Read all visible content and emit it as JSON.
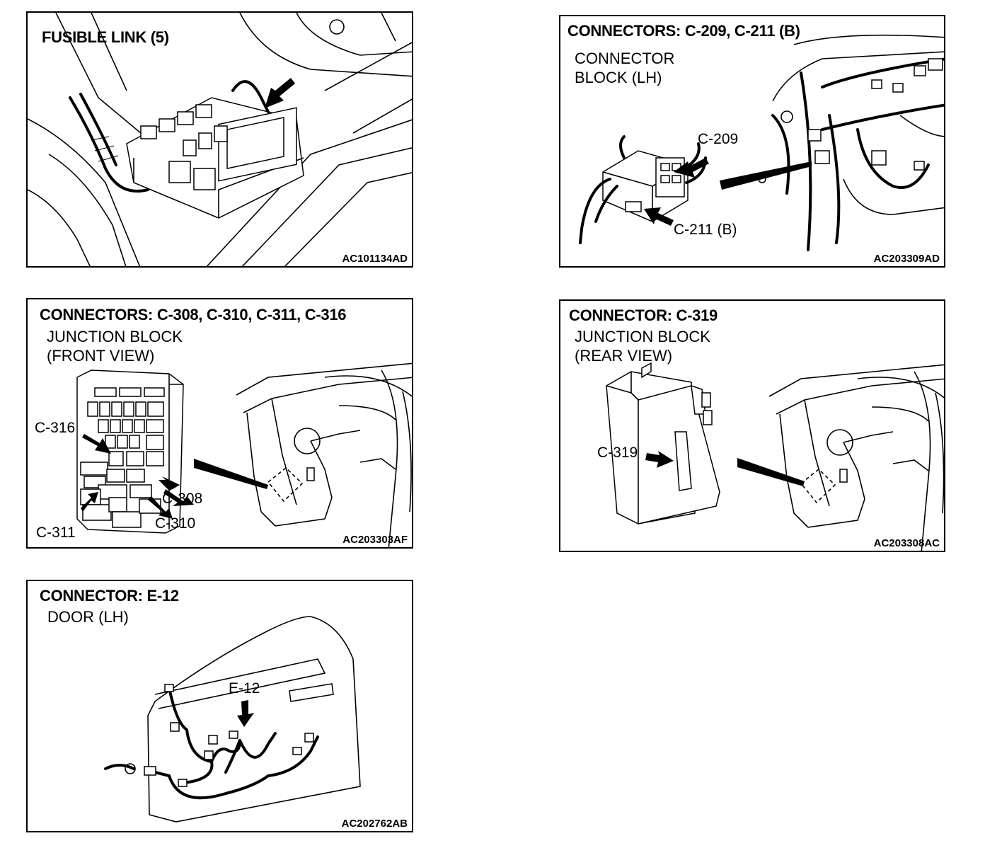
{
  "panels": [
    {
      "title": "FUSIBLE LINK (5)",
      "subtitle": [],
      "labels": [],
      "code": "AC101134AD"
    },
    {
      "title": "CONNECTORS: C-209, C-211 (B)",
      "subtitle": [
        "CONNECTOR",
        "BLOCK (LH)"
      ],
      "labels": [
        "C-209",
        "C-211 (B)"
      ],
      "code": "AC203309AD"
    },
    {
      "title": "CONNECTORS: C-308, C-310, C-311, C-316",
      "subtitle": [
        "JUNCTION BLOCK",
        "(FRONT VIEW)"
      ],
      "labels": [
        "C-316",
        "C-308",
        "C-310",
        "C-311"
      ],
      "code": "AC203303AF"
    },
    {
      "title": "CONNECTOR: C-319",
      "subtitle": [
        "JUNCTION BLOCK",
        "(REAR VIEW)"
      ],
      "labels": [
        "C-319"
      ],
      "code": "AC203308AC"
    },
    {
      "title": "CONNECTOR: E-12",
      "subtitle": [
        "DOOR (LH)"
      ],
      "labels": [
        "E-12"
      ],
      "code": "AC202762AB"
    }
  ]
}
